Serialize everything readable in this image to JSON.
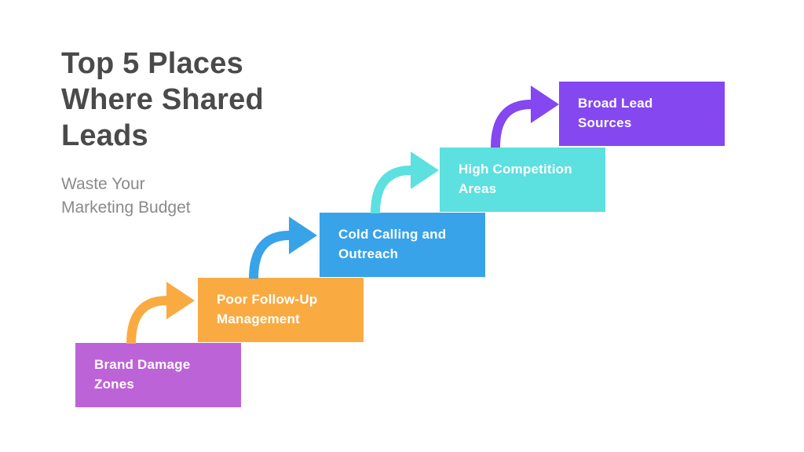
{
  "background_color": "#ffffff",
  "header": {
    "title": "Top 5 Places\nWhere Shared\nLeads",
    "title_color": "#4a4a4a",
    "subtitle": "Waste Your\nMarketing Budget",
    "subtitle_color": "#8a8a8a"
  },
  "steps": [
    {
      "label": "Brand Damage\nZones",
      "color": "#bd63d8"
    },
    {
      "label": "Poor Follow-Up\nManagement",
      "color": "#f9ab42"
    },
    {
      "label": "Cold Calling and\nOutreach",
      "color": "#38a3e9"
    },
    {
      "label": "High Competition\nAreas",
      "color": "#5ce0e0"
    },
    {
      "label": "Broad Lead\nSources",
      "color": "#8447f0"
    }
  ],
  "arrow_style": {
    "description": "curved arrow pointing up-right, colored same as destination step"
  }
}
